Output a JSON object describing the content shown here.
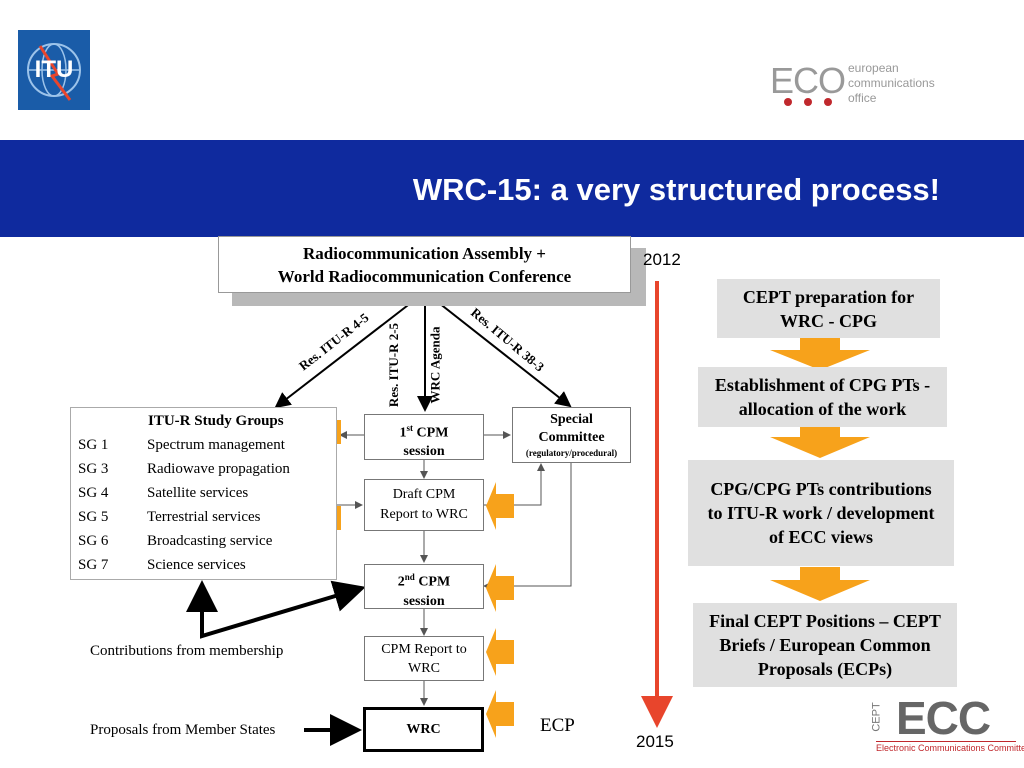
{
  "title": "WRC-15: a very structured process!",
  "logos": {
    "itu": "ITU",
    "eco": {
      "mark": "ECO",
      "text": [
        "european",
        "communications",
        "office"
      ]
    },
    "ecc": {
      "mark": "ECC",
      "vertical": "CEPT",
      "subtitle": "Electronic Communications Committee"
    }
  },
  "assembly": {
    "line1": "Radiocommunication Assembly +",
    "line2": "World Radiocommunication Conference"
  },
  "resolutions": {
    "r45": "Res. ITU-R 4-5",
    "r25": "Res. ITU-R 2-5",
    "agenda": "WRC Agenda",
    "r383": "Res. ITU-R 38-3"
  },
  "study_groups": {
    "heading": "ITU-R Study Groups",
    "rows": [
      {
        "code": "SG 1",
        "name": "Spectrum management"
      },
      {
        "code": "SG 3",
        "name": "Radiowave propagation"
      },
      {
        "code": "SG 4",
        "name": "Satellite services"
      },
      {
        "code": "SG 5",
        "name": "Terrestrial services"
      },
      {
        "code": "SG 6",
        "name": "Broadcasting service"
      },
      {
        "code": "SG 7",
        "name": "Science services"
      }
    ]
  },
  "cpm1": {
    "num": "1",
    "sup": "st",
    "word": "CPM",
    "line2": "session"
  },
  "special": {
    "line1": "Special",
    "line2": "Committee",
    "line3": "(regulatory/procedural)"
  },
  "draft": {
    "line1": "Draft CPM",
    "line2": "Report to WRC"
  },
  "cpm2": {
    "num": "2",
    "sup": "nd",
    "word": "CPM",
    "line2": "session"
  },
  "cpm_report": {
    "line1": "CPM Report to",
    "line2": "WRC"
  },
  "wrc": "WRC",
  "ecp": "ECP",
  "contributions": "Contributions from membership",
  "proposals": "Proposals from Member States",
  "years": {
    "start": "2012",
    "end": "2015"
  },
  "cept_steps": [
    "CEPT preparation for WRC - CPG",
    "Establishment of CPG PTs - allocation of the work",
    "CPG/CPG PTs contributions to ITU-R work / development of ECC views",
    "Final CEPT Positions – CEPT Briefs / European Common Proposals (ECPs)"
  ],
  "colors": {
    "band": "#0f2a9e",
    "arrow_orange": "#f7a21b",
    "timeline_red": "#e8452c",
    "box_gray": "#e0e0e0"
  }
}
